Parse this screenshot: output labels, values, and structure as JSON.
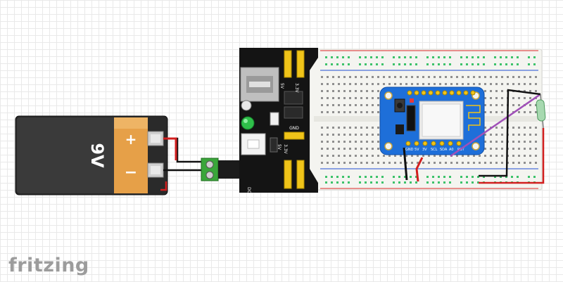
{
  "battery": {
    "voltage_label": "9V",
    "plus_label": "+",
    "minus_label": "−"
  },
  "power_module": {
    "label_5v": "5V",
    "label_3v3": "3.3V",
    "label_gnd": "GND",
    "label_dcin": "DC-IN"
  },
  "esp_board": {
    "pin_labels": [
      "GND",
      "5V",
      "3V",
      "SCL",
      "SDA",
      "A0",
      "RST"
    ]
  },
  "app": {
    "logo": "fritzing"
  },
  "colors": {
    "wire_red": "#d21f1f",
    "wire_black": "#111111",
    "wire_purple": "#a050b8",
    "board_blue": "#1e6fd9",
    "battery_orange": "#e6a048",
    "terminal_green": "#3aa63a",
    "reed_switch": "#a7d9b0"
  }
}
